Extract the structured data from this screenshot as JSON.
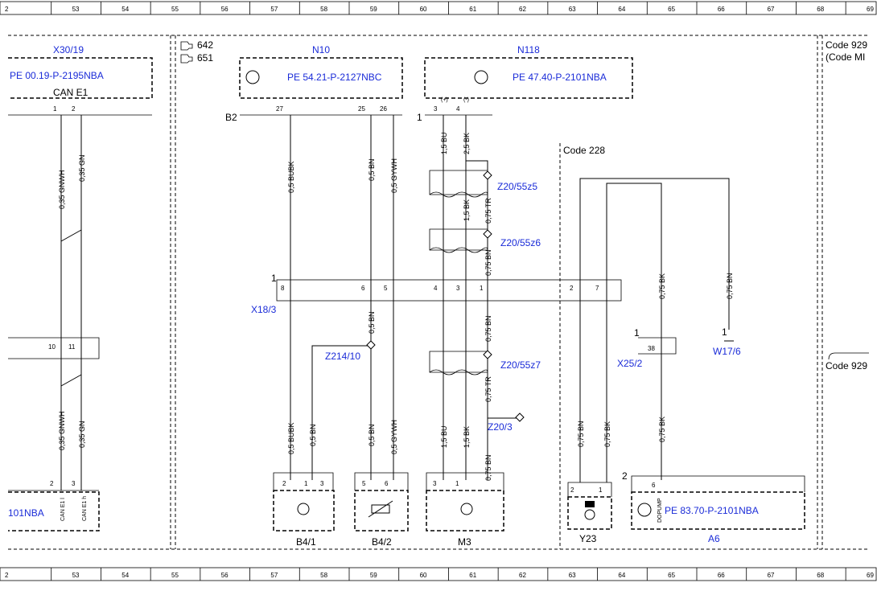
{
  "ruler": {
    "numbers": [
      "2",
      "53",
      "54",
      "55",
      "56",
      "57",
      "58",
      "59",
      "60",
      "61",
      "62",
      "63",
      "64",
      "65",
      "66",
      "67",
      "68",
      "69"
    ]
  },
  "engine_codes": [
    "642",
    "651"
  ],
  "code_labels": {
    "code228": "Code 228",
    "code929_top": "Code 929",
    "code929_sub": "(Code MI",
    "code929_mid": "Code 929"
  },
  "components": {
    "x30_19": {
      "name": "X30/19",
      "ref": "PE 00.19-P-2195NBA",
      "bus": "CAN E1",
      "pins": [
        "1",
        "2"
      ]
    },
    "n10": {
      "name": "N10",
      "ref": "PE 54.21-P-2127NBC",
      "connector": "B2",
      "pins": [
        "27",
        "25",
        "26"
      ]
    },
    "n118": {
      "name": "N118",
      "ref": "PE 47.40-P-2101NBA",
      "pins": [
        "3",
        "4"
      ],
      "pin_signs": [
        "(+)",
        "(-)"
      ],
      "connector": "1"
    },
    "x18_3": {
      "name": "X18/3",
      "connector": "1",
      "pins": [
        "8",
        "6",
        "5",
        "4",
        "3",
        "1",
        "2",
        "7"
      ]
    },
    "left_connector": {
      "pins": [
        "10",
        "11"
      ]
    },
    "left_bottom": {
      "ref": "101NBA",
      "pins": [
        "2",
        "3"
      ],
      "pin_labels": [
        "CAN E1 l",
        "CAN E1 h"
      ]
    },
    "z20_55z5": {
      "name": "Z20/55z5"
    },
    "z20_55z6": {
      "name": "Z20/55z6"
    },
    "z20_55z7": {
      "name": "Z20/55z7"
    },
    "z20_3": {
      "name": "Z20/3"
    },
    "z214_10": {
      "name": "Z214/10"
    },
    "x25_2": {
      "name": "X25/2",
      "connector": "1",
      "pin": "38"
    },
    "w17_6": {
      "name": "W17/6",
      "connector": "1"
    },
    "b4_1": {
      "name": "B4/1",
      "pins": [
        "2",
        "1",
        "3"
      ]
    },
    "b4_2": {
      "name": "B4/2",
      "pins": [
        "5",
        "6"
      ]
    },
    "m3": {
      "name": "M3",
      "pins": [
        "3",
        "1"
      ]
    },
    "y23": {
      "name": "Y23",
      "pins": [
        "2",
        "1"
      ]
    },
    "a6": {
      "name": "A6",
      "ref": "PE 83.70-P-2101NBA",
      "connector": "2",
      "pin": "6",
      "pin_label": "DOPUMP"
    }
  },
  "wires": {
    "x30_can_l": "0,35 GNWH",
    "x30_can_h": "0,35 GN",
    "low_can_l": "0,35 GNWH",
    "low_can_h": "0,35 GN",
    "n10_27": "0,5 BUBK",
    "n10_25": "0,5 BN",
    "n10_26": "0,5 GYWH",
    "n118_3": "1,5 BU",
    "n118_4": "2,5 BK",
    "split_bk": "1,5 BK",
    "tr_1": "0,75 TR",
    "bn_1": "0,75 BN",
    "z214_up": "0,5 BN",
    "bn_2": "0,75 BN",
    "tr_2": "0,75 TR",
    "low_bubk": "0,5 BUBK",
    "low_bn_a": "0,5 BN",
    "low_bn_b": "0,5 BN",
    "low_gywh": "0,5 GYWH",
    "low_bu": "1,5 BU",
    "low_bk": "1,5 BK",
    "m3_bn": "0,75 BN",
    "y23_bn": "0,75 BN",
    "y23_bk": "0,75 BK",
    "x25_up": "0,75 BK",
    "w17_up": "0,75 BN",
    "a6_bk": "0,75 BK"
  }
}
